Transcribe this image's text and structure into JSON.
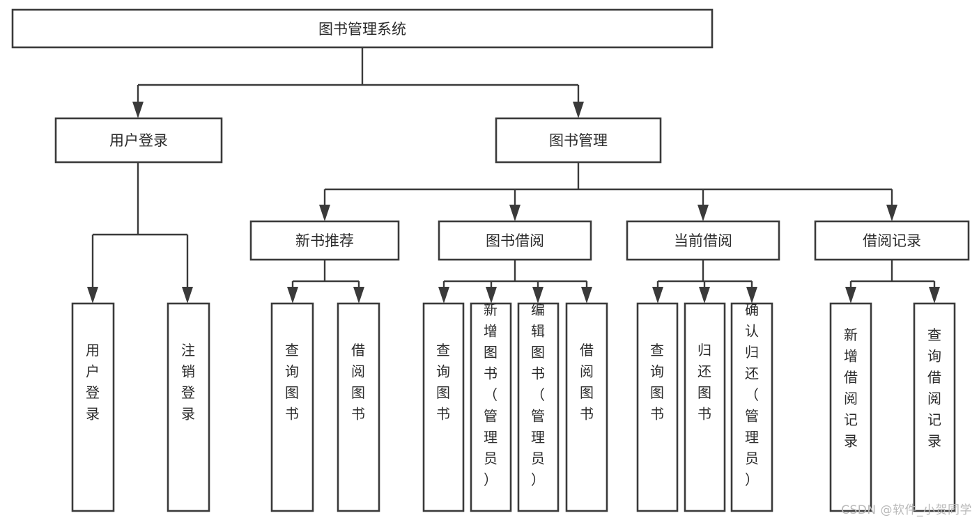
{
  "diagram": {
    "type": "tree",
    "title": "图书管理系统",
    "watermark": "CSDN @软件_小贺同学",
    "colors": {
      "box_stroke": "#3a3a3a",
      "box_fill": "#ffffff",
      "connector": "#3a3a3a",
      "text": "#2b2b2b",
      "watermark": "#b9b9b9",
      "background": "#ffffff"
    },
    "root": {
      "label": "图书管理系统"
    },
    "level2": [
      {
        "label": "用户登录"
      },
      {
        "label": "图书管理"
      }
    ],
    "level3": [
      {
        "label": "新书推荐"
      },
      {
        "label": "图书借阅"
      },
      {
        "label": "当前借阅"
      },
      {
        "label": "借阅记录"
      }
    ],
    "leaves": {
      "user_login": [
        {
          "label": "用户登录"
        },
        {
          "label": "注销登录"
        }
      ],
      "new_book": [
        {
          "label": "查询图书"
        },
        {
          "label": "借阅图书"
        }
      ],
      "book_borrow": [
        {
          "label": "查询图书"
        },
        {
          "label": "新增图书（管理员）"
        },
        {
          "label": "编辑图书（管理员）"
        },
        {
          "label": "借阅图书"
        }
      ],
      "current_borrow": [
        {
          "label": "查询图书"
        },
        {
          "label": "归还图书"
        },
        {
          "label": "确认归还（管理员）"
        }
      ],
      "borrow_record": [
        {
          "label": "新增借阅记录"
        },
        {
          "label": "查询借阅记录"
        }
      ]
    }
  }
}
